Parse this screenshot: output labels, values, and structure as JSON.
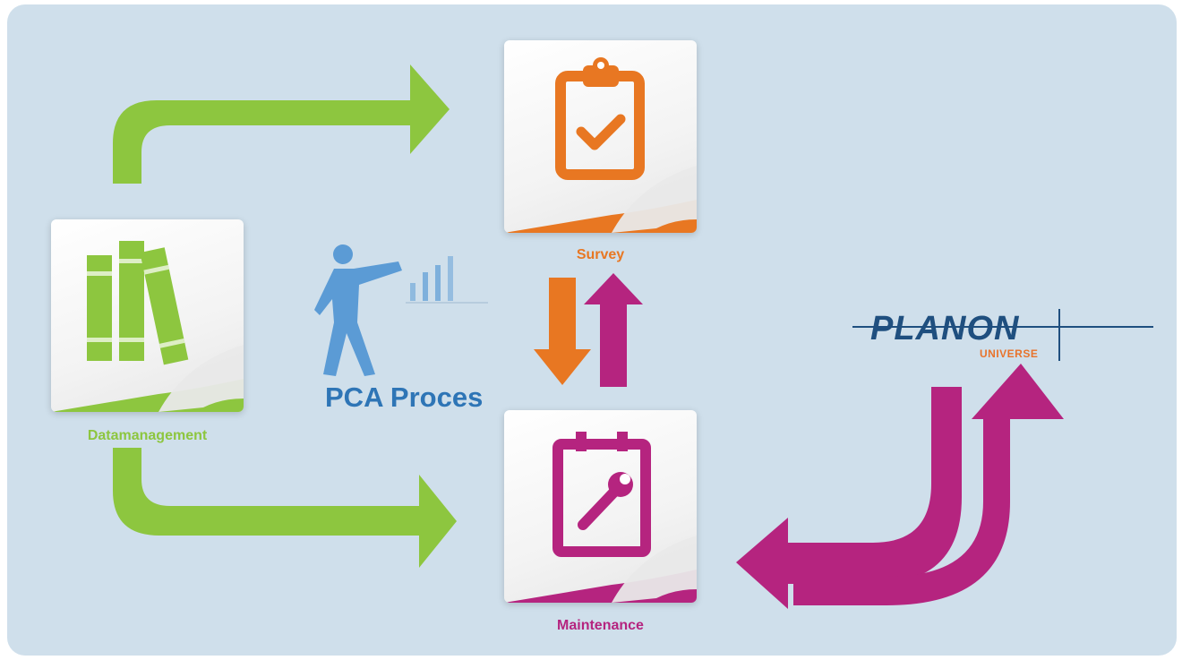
{
  "diagram": {
    "title": "PCA Proces",
    "nodes": {
      "datamanagement": {
        "label": "Datamanagement",
        "color": "#8dc63f",
        "icon": "books-icon"
      },
      "survey": {
        "label": "Survey",
        "color": "#e87722",
        "icon": "clipboard-check-icon"
      },
      "maintenance": {
        "label": "Maintenance",
        "color": "#b5247f",
        "icon": "calendar-wrench-icon"
      }
    },
    "logo": {
      "name": "PLANON",
      "subtitle": "UNIVERSE"
    },
    "colors": {
      "background": "#cfdfeb",
      "green": "#8dc63f",
      "orange": "#e87722",
      "magenta": "#b5247f",
      "blue": "#5b9bd5"
    }
  }
}
